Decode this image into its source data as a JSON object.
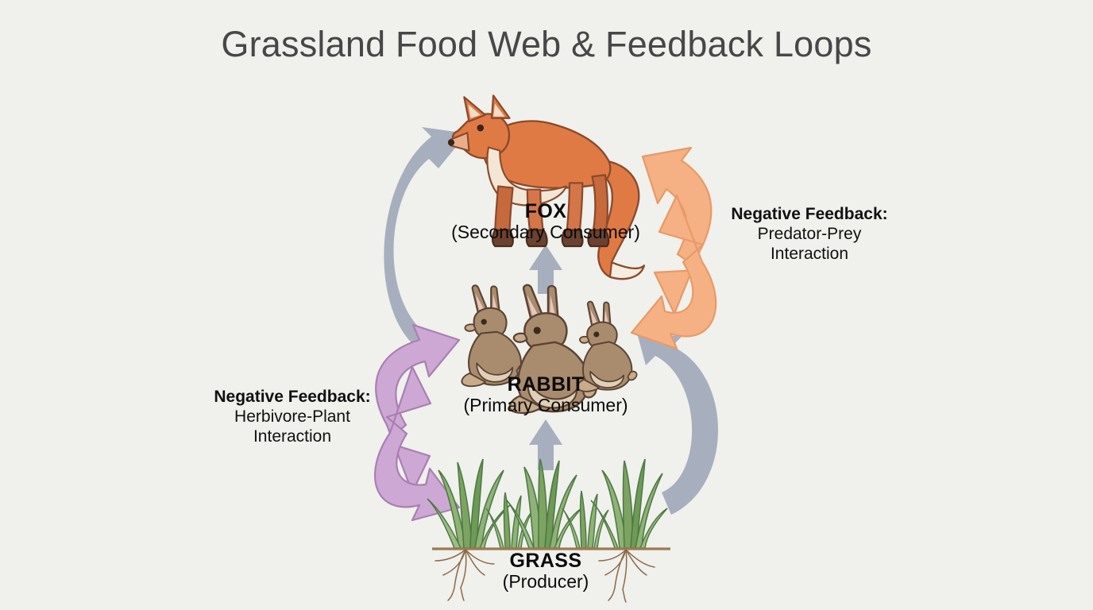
{
  "title": "Grassland Food Web & Feedback Loops",
  "background_color": "#f0f0ec",
  "nodes": [
    {
      "id": "fox",
      "name": "FOX",
      "role": "(Secondary Consumer)",
      "illustration": "fox-illustration",
      "colors": {
        "body": "#e07a45",
        "belly": "#f3e6d6",
        "legs": "#7a4a34",
        "tail_tip": "#f6ece0"
      }
    },
    {
      "id": "rabbit",
      "name": "RABBIT",
      "role": "(Primary Consumer)",
      "illustration": "rabbit-group-illustration",
      "count": 3,
      "colors": {
        "body": "#a98b6e",
        "belly": "#e8dcc9",
        "ear_inner": "#e8c6bd",
        "outline": "#5a4334"
      }
    },
    {
      "id": "grass",
      "name": "GRASS",
      "role": "(Producer)",
      "illustration": "grass-illustration",
      "colors": {
        "blade": "#7da362",
        "blade_dark": "#5d8a4e",
        "soil_line": "#9b7b53",
        "roots": "#8a6a4a"
      }
    }
  ],
  "arrows": [
    {
      "id": "grass-to-rabbit-energy",
      "type": "straight-up",
      "color": "#a7afbe",
      "from": "grass",
      "to": "rabbit"
    },
    {
      "id": "rabbit-to-fox-energy",
      "type": "straight-up",
      "color": "#a7afbe",
      "from": "rabbit",
      "to": "fox"
    },
    {
      "id": "rabbit-to-fox-loop",
      "type": "curved-single",
      "color": "#a7afbe",
      "from": "rabbit",
      "to": "fox",
      "side": "left"
    },
    {
      "id": "grass-to-rabbit-loop",
      "type": "curved-single",
      "color": "#a7afbe",
      "from": "grass",
      "to": "rabbit",
      "side": "right"
    },
    {
      "id": "predator-prey-feedback",
      "type": "curved-double",
      "color": "#f3b287",
      "between": [
        "fox",
        "rabbit"
      ],
      "side": "right"
    },
    {
      "id": "herbivore-plant-feedback",
      "type": "curved-double",
      "color": "#cda8d4",
      "between": [
        "rabbit",
        "grass"
      ],
      "side": "left"
    }
  ],
  "feedback_labels": [
    {
      "id": "predator-prey",
      "heading": "Negative Feedback:",
      "line1": "Predator-Prey",
      "line2": "Interaction",
      "accent_color": "#f3b287"
    },
    {
      "id": "herbivore-plant",
      "heading": "Negative Feedback:",
      "line1": "Herbivore-Plant",
      "line2": "Interaction",
      "accent_color": "#cda8d4"
    }
  ]
}
